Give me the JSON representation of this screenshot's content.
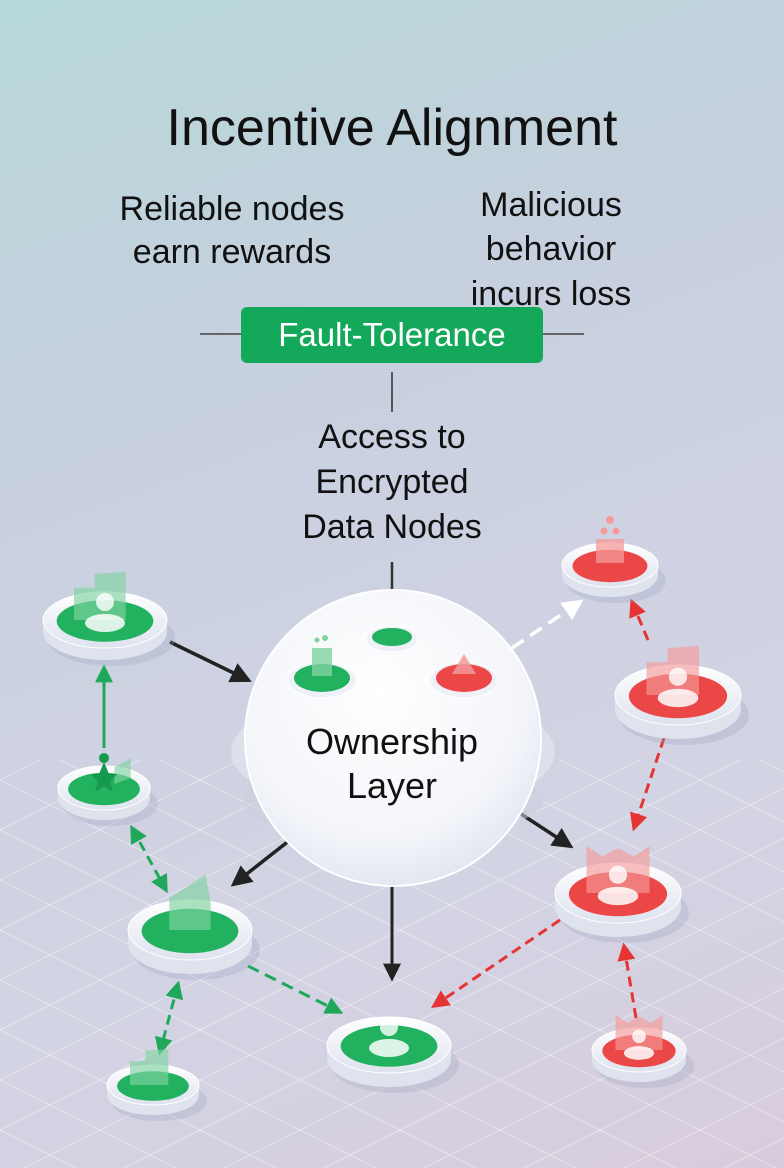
{
  "title": "Incentive Alignment",
  "reward_label": {
    "line1": "Reliable nodes",
    "line2": "earn rewards"
  },
  "loss_label": {
    "line1": "Malicious",
    "line2": "behavior",
    "line3": "incurs loss"
  },
  "badge": {
    "label": "Fault-Tolerance",
    "color": "#14a85a"
  },
  "access_label": {
    "line1": "Access to",
    "line2": "Encrypted",
    "line3": "Data Nodes"
  },
  "core": {
    "line1": "Ownership",
    "line2": "Layer"
  },
  "colors": {
    "reliable": "#22b15e",
    "malicious": "#ec4747",
    "arrow_solid": "#222222",
    "arrow_white": "#ffffff"
  },
  "nodes": [
    {
      "id": "reliable-top-left",
      "status": "reliable",
      "icon": "user-building"
    },
    {
      "id": "reliable-mid-left",
      "status": "reliable",
      "icon": "user-star"
    },
    {
      "id": "reliable-lower-left",
      "status": "reliable",
      "icon": "shield-panel"
    },
    {
      "id": "reliable-bottom-left",
      "status": "reliable",
      "icon": "panel"
    },
    {
      "id": "reliable-bottom-center",
      "status": "reliable",
      "icon": "user"
    },
    {
      "id": "malicious-top-right",
      "status": "malicious",
      "icon": "cup-bubbles"
    },
    {
      "id": "malicious-upper-right",
      "status": "malicious",
      "icon": "user-factory"
    },
    {
      "id": "malicious-lower-right",
      "status": "malicious",
      "icon": "user-crown"
    },
    {
      "id": "malicious-bottom-right",
      "status": "malicious",
      "icon": "user-broken"
    }
  ],
  "core_nodes": [
    {
      "id": "core-reliable-left",
      "status": "reliable"
    },
    {
      "id": "core-reliable-center",
      "status": "reliable"
    },
    {
      "id": "core-malicious-right",
      "status": "malicious"
    }
  ]
}
